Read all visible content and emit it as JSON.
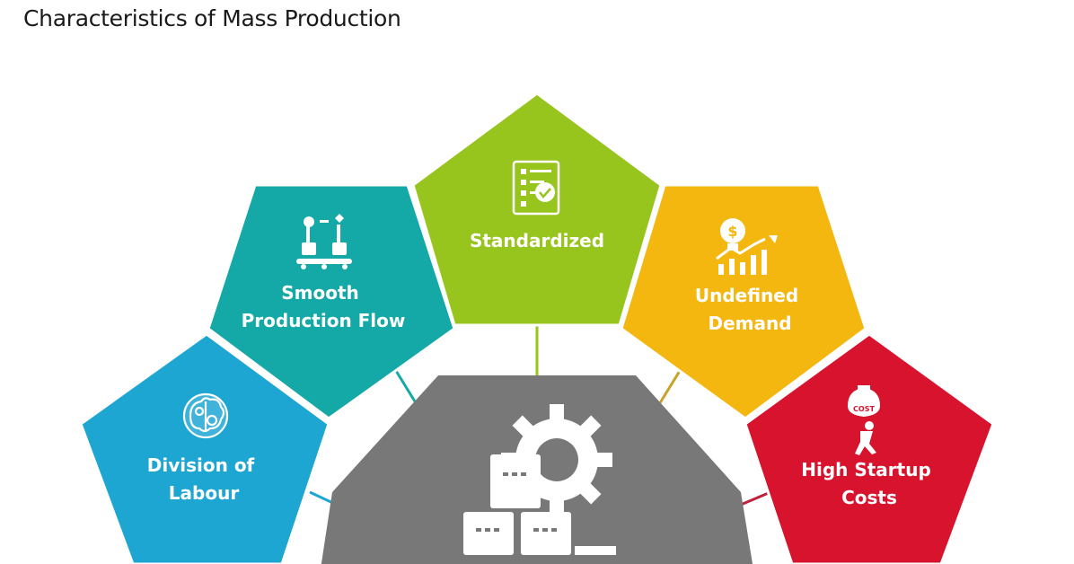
{
  "title": "Characteristics of Mass Production",
  "colors": {
    "division": "#1ea6d3",
    "smooth": "#14a8a6",
    "standardized": "#97c41d",
    "undefined": "#f4b70f",
    "high_startup": "#d8132e",
    "center": "#787878"
  },
  "items": [
    {
      "id": "division",
      "lines": [
        "Division of",
        "Labour"
      ],
      "icon": "brain-gears-icon"
    },
    {
      "id": "smooth",
      "lines": [
        "Smooth",
        "Production Flow"
      ],
      "icon": "conveyor-robot-icon"
    },
    {
      "id": "standardized",
      "lines": [
        "Standardized"
      ],
      "icon": "checklist-document-icon"
    },
    {
      "id": "undefined",
      "lines": [
        "Undefined",
        "Demand"
      ],
      "icon": "idea-growth-chart-icon"
    },
    {
      "id": "high_startup",
      "lines": [
        "High Startup",
        "Costs"
      ],
      "icon": "cost-burden-icon"
    }
  ],
  "center": {
    "icon": "factory-gear-icon"
  },
  "icon_text": {
    "cost_tag": "COST"
  }
}
